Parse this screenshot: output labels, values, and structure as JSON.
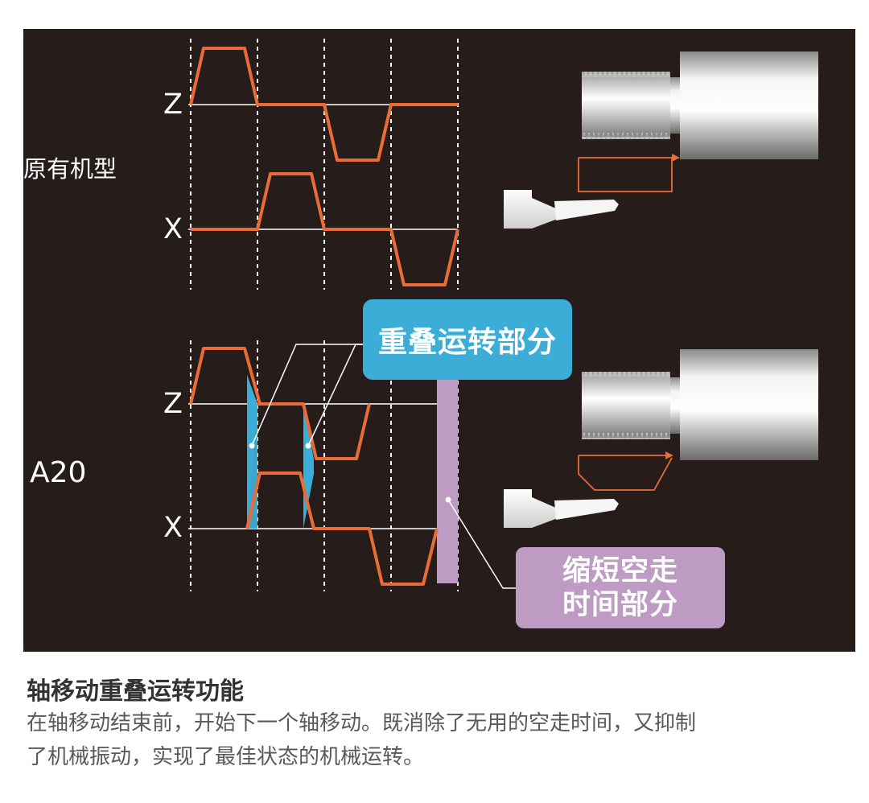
{
  "diagram": {
    "original_label": "原有机型",
    "a20_label": "A20",
    "axis_z": "Z",
    "axis_x": "X",
    "overlap_callout": "重叠运转部分",
    "shorten_callout": {
      "line1": "缩短空走",
      "line2": "时间部分"
    }
  },
  "caption": {
    "title": "轴移动重叠运转功能",
    "body_line1": "在轴移动结束前，开始下一个轴移动。既消除了无用的空走时间，又抑制",
    "body_line2": "了机械振动，实现了最佳状态的机械运转。"
  },
  "colors": {
    "panel_background": "#261c1a",
    "signal_orange": "#e96b35",
    "overlap_blue": "#3cadd6",
    "shorten_purple": "#bd9bc2",
    "guide_white": "#ffffff"
  }
}
